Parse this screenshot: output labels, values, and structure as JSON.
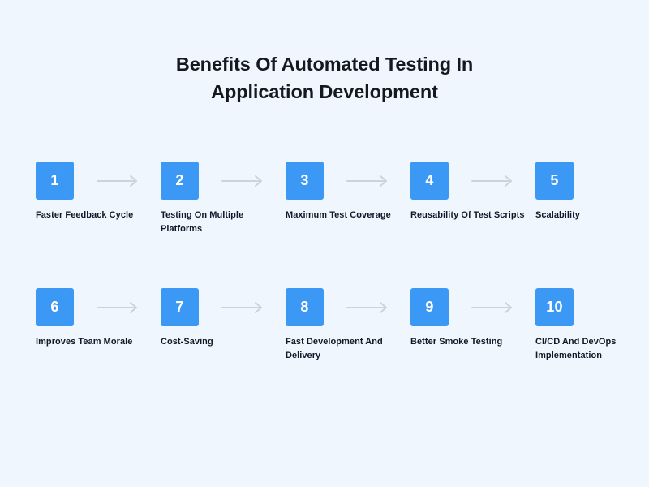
{
  "page": {
    "background_color": "#eff6fe",
    "accent_color": "#3b98f5",
    "badge_text_color": "#ffffff",
    "label_text_color": "#111827",
    "arrow_color": "#ccd3da"
  },
  "header": {
    "title_line_1": "Benefits Of Automated Testing In",
    "title_line_2": "Application Development"
  },
  "steps": [
    {
      "number": "1",
      "label": "Faster Feedback Cycle"
    },
    {
      "number": "2",
      "label": "Testing On Multiple Platforms"
    },
    {
      "number": "3",
      "label": "Maximum Test Coverage"
    },
    {
      "number": "4",
      "label": "Reusability Of Test Scripts"
    },
    {
      "number": "5",
      "label": "Scalability"
    },
    {
      "number": "6",
      "label": "Improves Team Morale"
    },
    {
      "number": "7",
      "label": "Cost-Saving"
    },
    {
      "number": "8",
      "label": "Fast Development And Delivery"
    },
    {
      "number": "9",
      "label": "Better Smoke Testing"
    },
    {
      "number": "10",
      "label": "CI/CD And DevOps Implementation"
    }
  ]
}
